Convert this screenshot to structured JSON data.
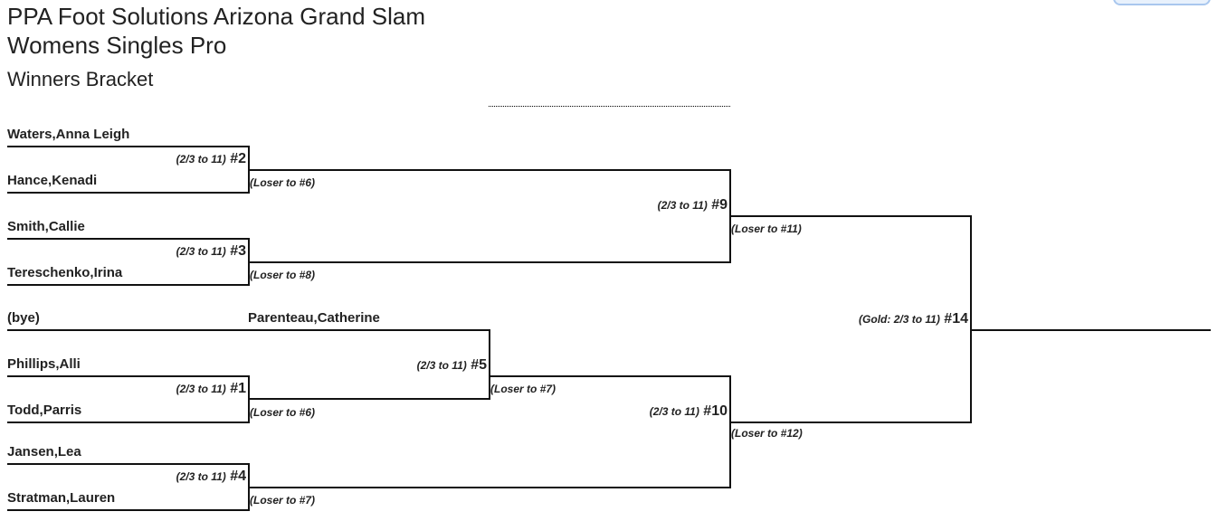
{
  "header": {
    "title_line1": "PPA Foot Solutions Arizona Grand Slam",
    "title_line2": "Womens Singles Pro",
    "subtitle": "Winners Bracket"
  },
  "players": {
    "waters": "Waters,Anna Leigh",
    "hance": "Hance,Kenadi",
    "smith": "Smith,Callie",
    "tereschenko": "Tereschenko,Irina",
    "bye": "(bye)",
    "parenteau": "Parenteau,Catherine",
    "phillips": "Phillips,Alli",
    "todd": "Todd,Parris",
    "jansen": "Jansen,Lea",
    "stratman": "Stratman,Lauren"
  },
  "games": {
    "g2": {
      "note": "(2/3 to 11)",
      "number": "#2",
      "loser": "(Loser to #6)"
    },
    "g3": {
      "note": "(2/3 to 11)",
      "number": "#3",
      "loser": "(Loser to #8)"
    },
    "g1": {
      "note": "(2/3 to 11)",
      "number": "#1",
      "loser": "(Loser to #6)"
    },
    "g4": {
      "note": "(2/3 to 11)",
      "number": "#4",
      "loser": "(Loser to #7)"
    },
    "g5": {
      "note": "(2/3 to 11)",
      "number": "#5",
      "loser": "(Loser to #7)"
    },
    "g9": {
      "note": "(2/3 to 11)",
      "number": "#9",
      "loser": "(Loser to #11)"
    },
    "g10": {
      "note": "(2/3 to 11)",
      "number": "#10",
      "loser": "(Loser to #12)"
    },
    "g14": {
      "note": "(Gold: 2/3 to 11)",
      "number": "#14"
    }
  }
}
